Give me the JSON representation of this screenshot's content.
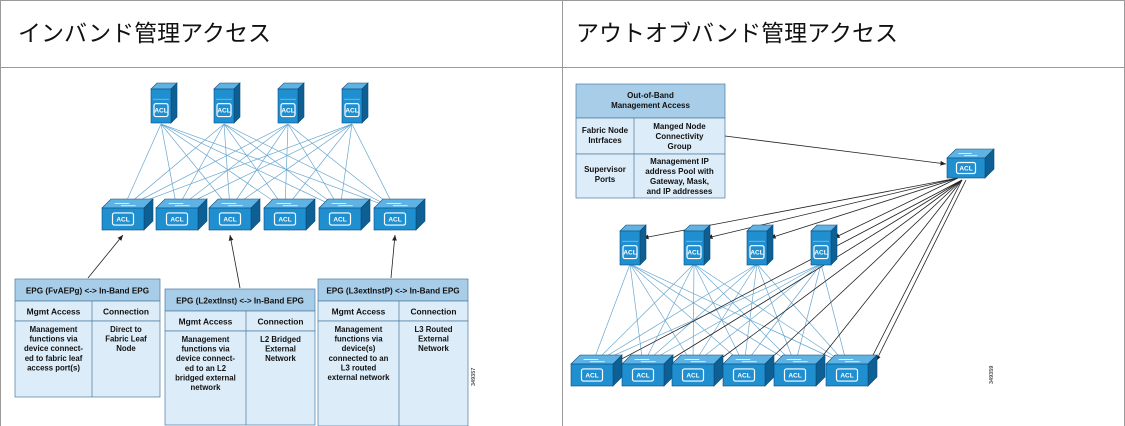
{
  "headers": {
    "inband": "インバンド管理アクセス",
    "outofband": "アウトオブバンド管理アクセス"
  },
  "switch_label": "ACL",
  "colors": {
    "box_top": "#5fb3e4",
    "box_front": "#1f8fd0",
    "box_side": "#0d5f94",
    "link": "#6aa7cf",
    "table_header": "#a8cde8",
    "table_body": "#dcecf8",
    "table_line": "#4a7aa0"
  },
  "inband_tables": [
    {
      "title": "EPG (FvAEPg) <-> In-Band EPG",
      "col1": "Mgmt Access",
      "col2": "Connection",
      "cell1": [
        "Management",
        "functions via",
        "device connect-",
        "ed to fabric leaf",
        "access port(s)"
      ],
      "cell2": [
        "Direct to",
        "Fabric Leaf",
        "Node"
      ]
    },
    {
      "title": "EPG (L2extInst) <-> In-Band EPG",
      "col1": "Mgmt Access",
      "col2": "Connection",
      "cell1": [
        "Management",
        "functions via",
        "device connect-",
        "ed to an L2",
        "bridged external",
        "network"
      ],
      "cell2": [
        "L2 Bridged",
        "External",
        "Network"
      ]
    },
    {
      "title": "EPG (L3extInstP) <-> In-Band EPG",
      "col1": "Mgmt Access",
      "col2": "Connection",
      "cell1": [
        "Management",
        "functions via",
        "device(s)",
        "connected to an",
        "L3 routed",
        "external network"
      ],
      "cell2": [
        "L3 Routed",
        "External",
        "Network"
      ]
    }
  ],
  "oob_table": {
    "title": [
      "Out-of-Band",
      "Management Access"
    ],
    "row1_left": [
      "Fabric Node",
      "Intrfaces"
    ],
    "row1_right": [
      "Manged Node",
      "Connectivity",
      "Group"
    ],
    "row2_left": [
      "Supervisor",
      "Ports"
    ],
    "row2_right": [
      "Management IP",
      "address Pool with",
      "Gateway, Mask,",
      "and IP addresses"
    ]
  },
  "figure_ids": [
    "349357",
    "349359"
  ]
}
